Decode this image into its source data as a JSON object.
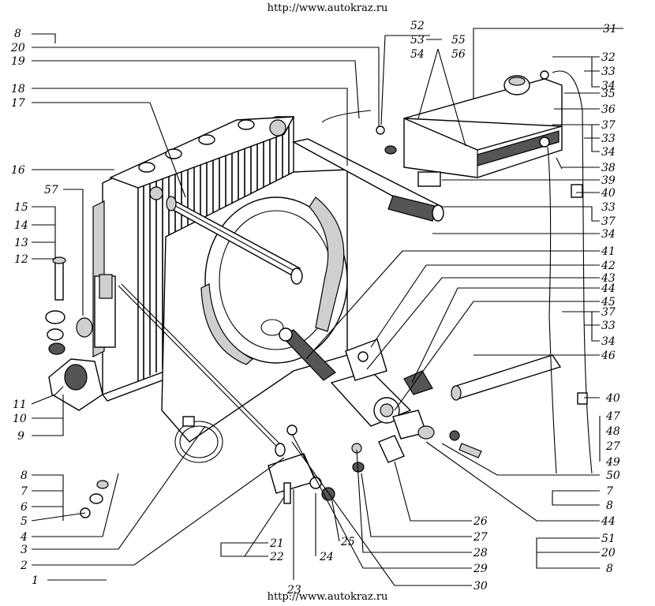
{
  "watermark": {
    "top": "http://www.autokraz.ru",
    "bottom": "http://www.autokraz.ru"
  },
  "callouts": {
    "c8a": "8",
    "c20a": "20",
    "c19": "19",
    "c18": "18",
    "c17": "17",
    "c16": "16",
    "c57": "57",
    "c15": "15",
    "c14": "14",
    "c13": "13",
    "c12": "12",
    "c11": "11",
    "c10": "10",
    "c9": "9",
    "c8b": "8",
    "c7a": "7",
    "c6": "6",
    "c5": "5",
    "c4": "4",
    "c3": "3",
    "c2": "2",
    "c1": "1",
    "c21": "21",
    "c22": "22",
    "c23": "23",
    "c24": "24",
    "c25": "25",
    "c26": "26",
    "c27a": "27",
    "c28": "28",
    "c29": "29",
    "c30": "30",
    "c52": "52",
    "c53": "53",
    "c54": "54",
    "c55": "55",
    "c56": "56",
    "c31": "31",
    "c32": "32",
    "c33a": "33",
    "c34a": "34",
    "c35": "35",
    "c36": "36",
    "c37a": "37",
    "c33b": "33",
    "c34b": "34",
    "c38": "38",
    "c39": "39",
    "c40a": "40",
    "c33c": "33",
    "c37b": "37",
    "c34c": "34",
    "c41": "41",
    "c42": "42",
    "c43": "43",
    "c44a": "44",
    "c45": "45",
    "c37c": "37",
    "c33d": "33",
    "c34d": "34",
    "c46": "46",
    "c40b": "40",
    "c47": "47",
    "c48": "48",
    "c27b": "27",
    "c49": "49",
    "c50": "50",
    "c7b": "7",
    "c8c": "8",
    "c44b": "44",
    "c51": "51",
    "c20b": "20",
    "c8d": "8"
  }
}
